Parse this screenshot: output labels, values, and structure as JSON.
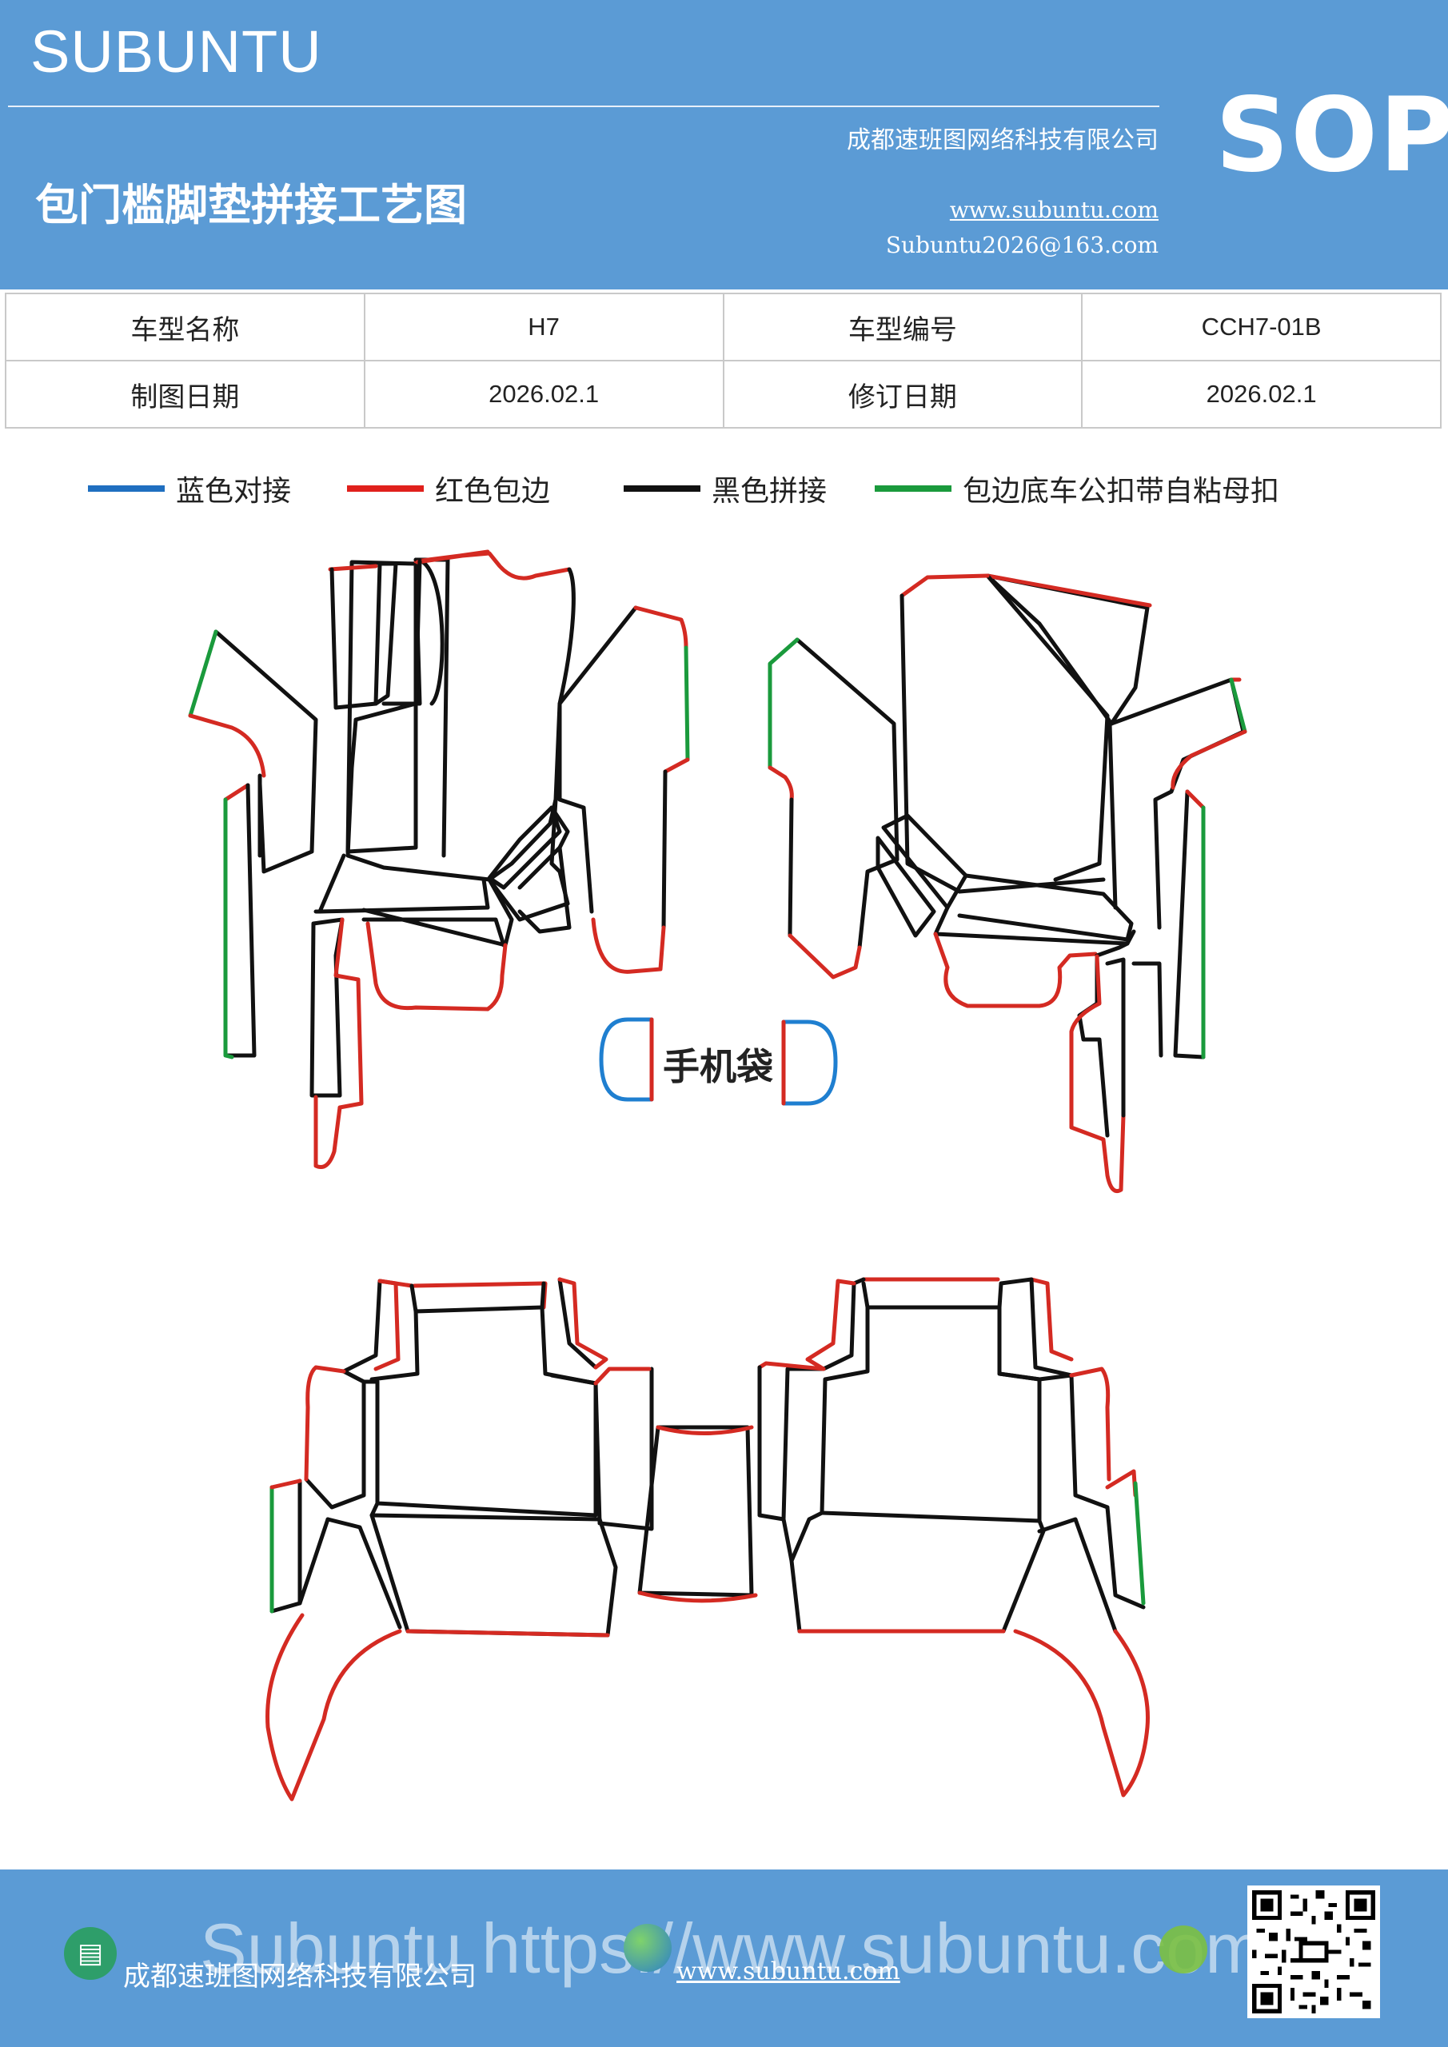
{
  "header": {
    "brand": "SUBUNTU",
    "title": "包门槛脚垫拼接工艺图",
    "company": "成都速班图网络科技有限公司",
    "website": "www.subuntu.com",
    "email": "Subuntu2026@163.com",
    "badge": "SOP"
  },
  "info_table": {
    "rows": [
      [
        "车型名称",
        "H7",
        "车型编号",
        "CCH7-01B"
      ],
      [
        "制图日期",
        "2026.02.1",
        "修订日期",
        "2026.02.1"
      ]
    ]
  },
  "legend": [
    {
      "label": "蓝色对接",
      "color": "#1f6fc0"
    },
    {
      "label": "红色包边",
      "color": "#e0201c"
    },
    {
      "label": "黑色拼接",
      "color": "#111111"
    },
    {
      "label": "包边底车公扣带自粘母扣",
      "color": "#1a9a3c"
    }
  ],
  "diagram": {
    "phone_bag_label": "手机袋",
    "colors": {
      "blue": "#1f7fd0",
      "red": "#d42a22",
      "black": "#111111",
      "green": "#1a9a3c"
    }
  },
  "footer": {
    "company": "成都速班图网络科技有限公司",
    "watermark": "Subuntu https://www.subuntu.com",
    "website": "www.subuntu.com",
    "building_icon": "building-icon",
    "globe_icon": "globe-icon",
    "wechat_icon": "wechat-icon",
    "qr_icon": "qr-code-icon"
  }
}
